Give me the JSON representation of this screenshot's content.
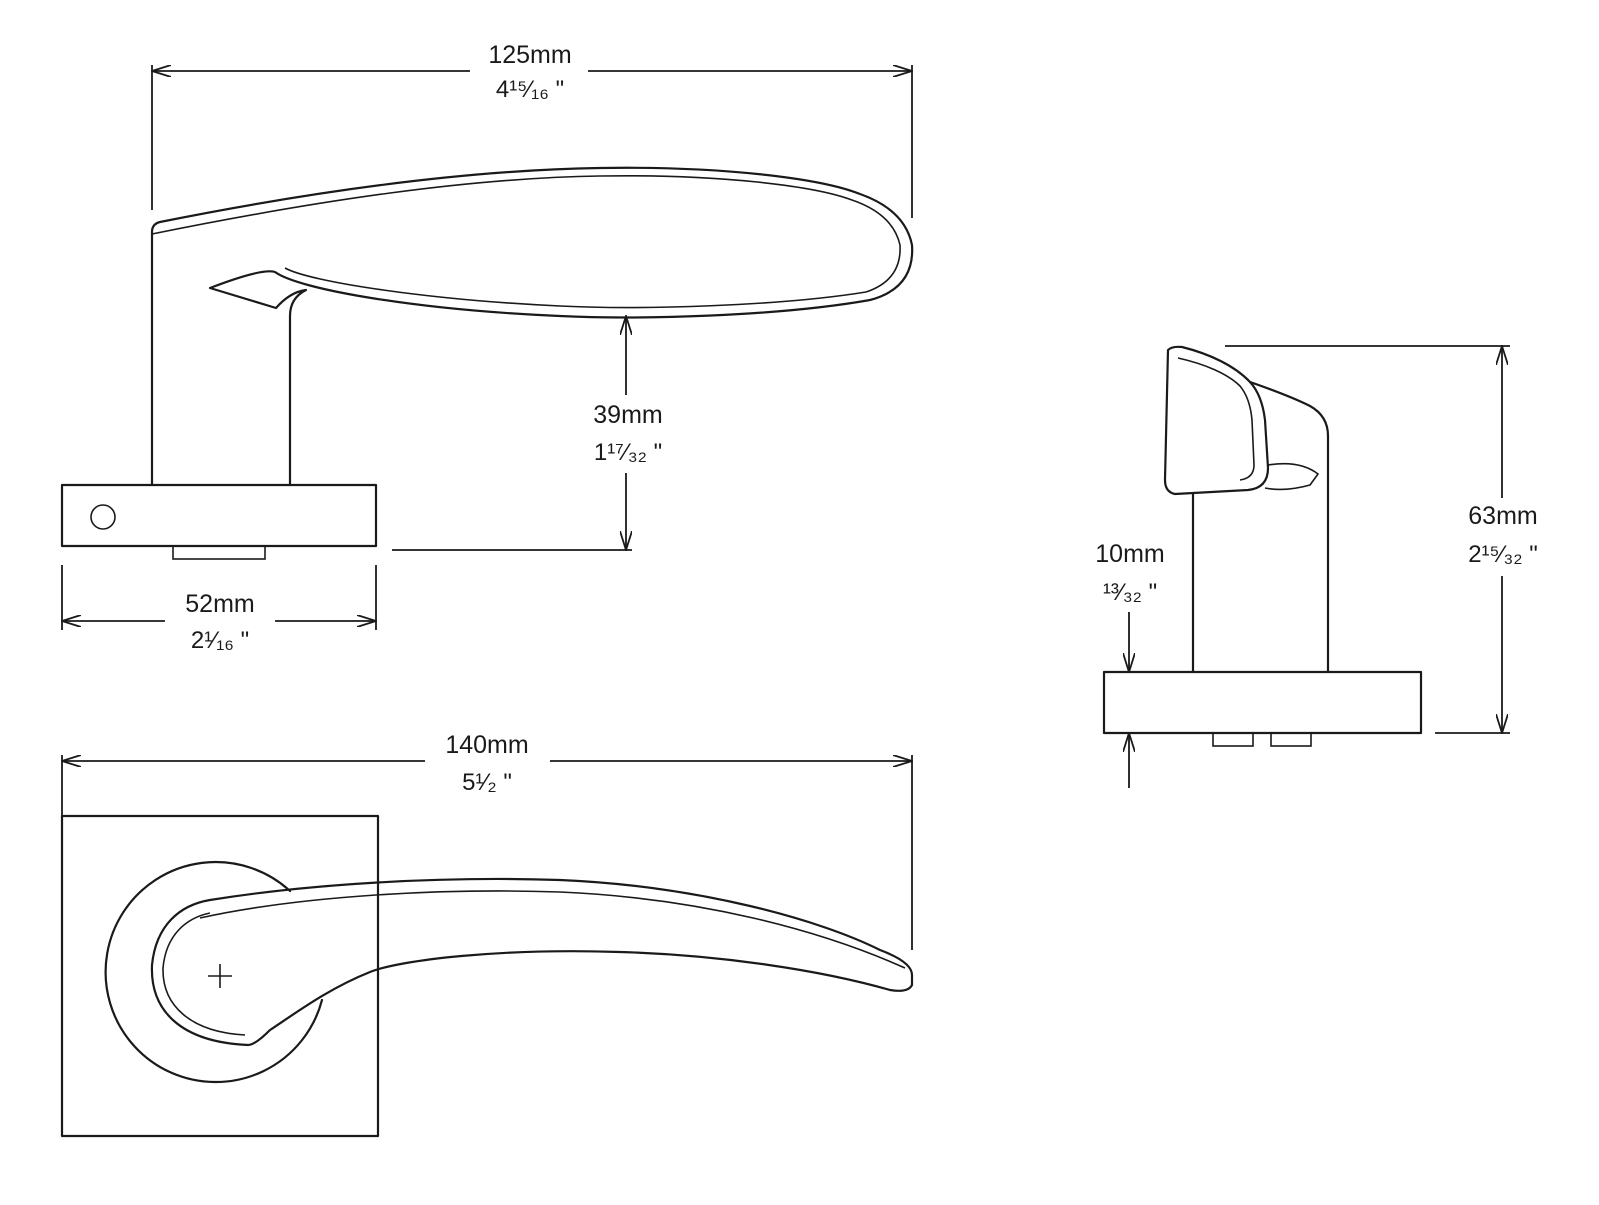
{
  "dimensions": {
    "lever_length": {
      "metric": "125mm",
      "imperial": "4¹⁵⁄₁₆ \""
    },
    "lever_height": {
      "metric": "39mm",
      "imperial": "1¹⁷⁄₃₂  \""
    },
    "rose_width": {
      "metric": "52mm",
      "imperial": "2¹⁄₁₆ \""
    },
    "overall_length": {
      "metric": "140mm",
      "imperial": "5¹⁄₂ \""
    },
    "projection": {
      "metric": "63mm",
      "imperial": "2¹⁵⁄₃₂ \""
    },
    "rose_thickness": {
      "metric": "10mm",
      "imperial": "¹³⁄₃₂ \""
    }
  }
}
